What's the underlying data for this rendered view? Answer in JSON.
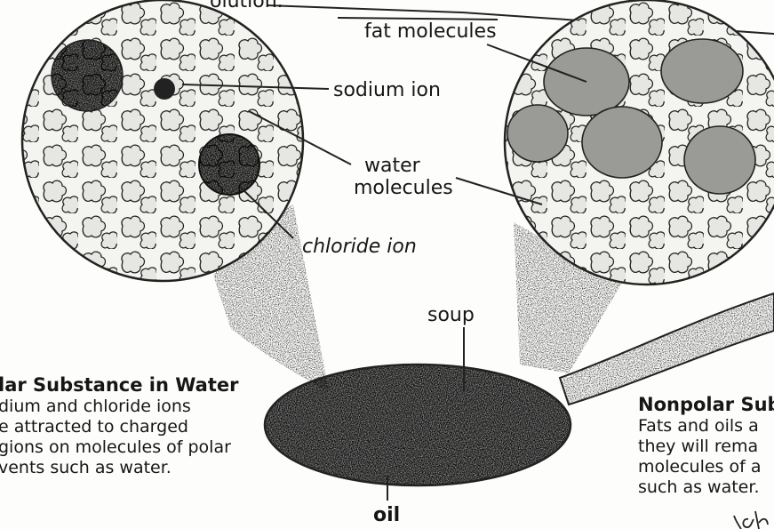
{
  "labels": {
    "top_fragment": "olution.",
    "fat_molecules": "fat molecules",
    "sodium_ion": "sodium ion",
    "water_molecules": [
      "water",
      "molecules"
    ],
    "chloride_ion": "chloride ion",
    "soup": "soup",
    "oil": "oil"
  },
  "captions": {
    "polar": {
      "title": "lar Substance in Water",
      "lines": [
        "dium and chloride ions",
        "e attracted to charged",
        "gions on molecules of polar",
        "vents such as water."
      ]
    },
    "nonpolar": {
      "title": "Nonpolar Sub",
      "lines": [
        "Fats and oils a",
        "they will rema",
        "molecules of a",
        "such as water."
      ]
    }
  },
  "handwriting": "ah"
}
